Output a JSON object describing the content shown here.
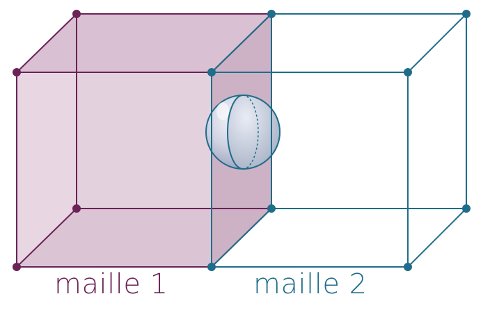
{
  "colors": {
    "cell1": "#6b2256",
    "cell2": "#1f6d8a",
    "cell1_fill_light": "#ecdce6",
    "cell1_fill_mid": "#dcc7d6",
    "cell1_fill_dark": "#cdb0c3",
    "sphere_fill": "#c8cbdc"
  },
  "captions": {
    "cell1": "maille 1",
    "cell2": "maille 2"
  },
  "icons": {
    "cell1": "cube-wireframe-shaded",
    "cell2": "cube-wireframe",
    "shared_atom": "sphere"
  }
}
